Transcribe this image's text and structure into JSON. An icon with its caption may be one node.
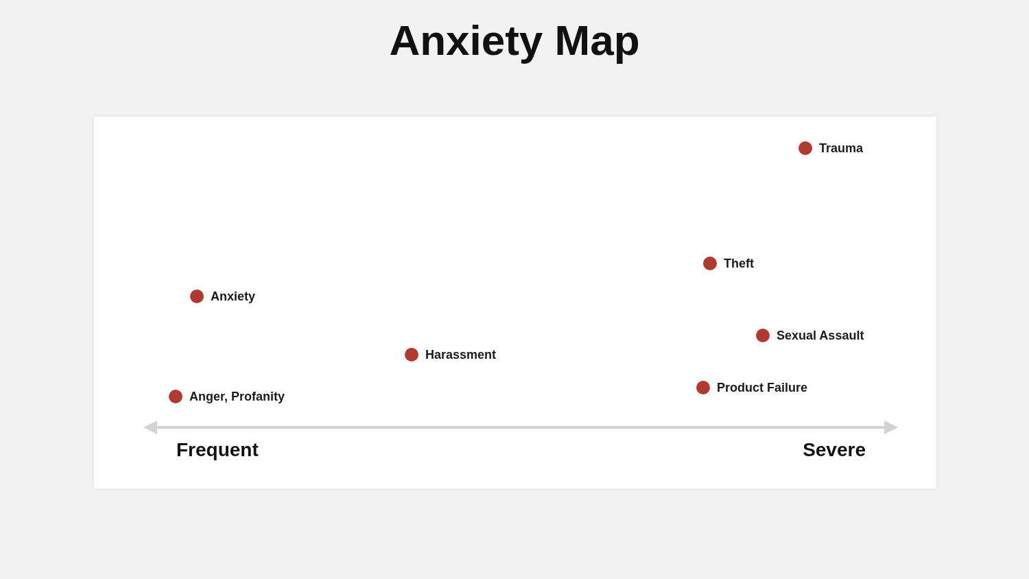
{
  "diagram": {
    "title": "Anxiety Map",
    "nodes": [
      {
        "text": [],
        "shape": "circle",
        "beside": [
          "Trauma"
        ]
      },
      {
        "text": [],
        "shape": "circle",
        "beside": [
          "Theft"
        ]
      },
      {
        "text": [],
        "shape": "circle",
        "beside": [
          "Anxiety"
        ]
      },
      {
        "text": [],
        "shape": "circle",
        "beside": [
          "Sexual Assault"
        ]
      },
      {
        "text": [],
        "shape": "circle",
        "beside": [
          "Harassment"
        ]
      },
      {
        "text": [],
        "shape": "circle",
        "beside": [
          "Product Failure"
        ]
      },
      {
        "text": [],
        "shape": "circle",
        "beside": [
          "Anger, Profanity"
        ]
      }
    ],
    "labels": [
      "Frequent",
      "Severe"
    ]
  }
}
